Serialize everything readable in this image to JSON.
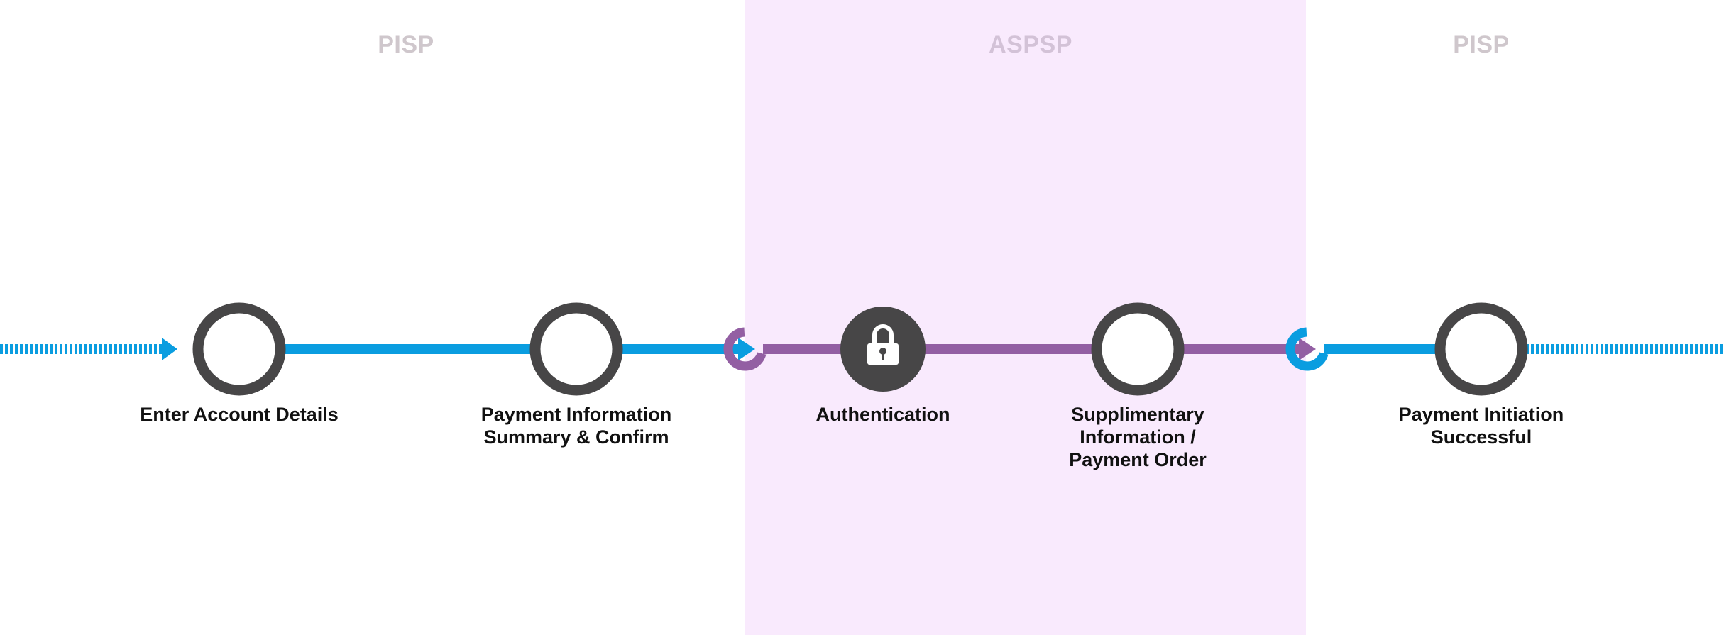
{
  "zones": [
    {
      "label": "PISP"
    },
    {
      "label": "ASPSP"
    },
    {
      "label": "PISP"
    }
  ],
  "steps": [
    {
      "label": "Enter Account Details",
      "state": "open"
    },
    {
      "label": "Payment Information\nSummary & Confirm",
      "state": "open"
    },
    {
      "label": "Authentication",
      "state": "locked",
      "icon": "lock-icon"
    },
    {
      "label": "Supplimentary\nInformation /\nPayment Order",
      "state": "open"
    },
    {
      "label": "Payment Initiation\nSuccessful",
      "state": "open"
    }
  ],
  "colors": {
    "pisp_line": "#0a9de0",
    "aspsp_line": "#935fa3",
    "aspsp_zone": "#f9eafd",
    "node": "#474647",
    "zone_label": "#cfc7cc"
  },
  "icons": [
    "arrow-right-icon",
    "lock-icon"
  ]
}
